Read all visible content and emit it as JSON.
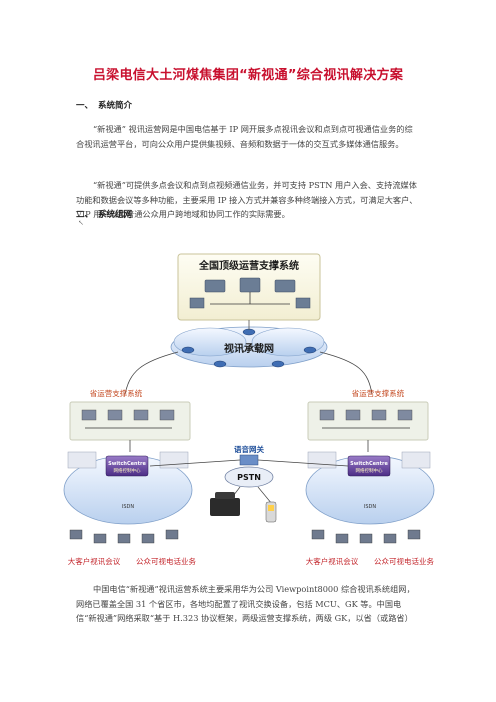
{
  "title": "吕梁电信大土河煤焦集团“新视通”综合视讯解决方案",
  "section1": {
    "num": "一、",
    "heading": "系统简介"
  },
  "para1": "“新视通” 视讯运营网是中国电信基于 IP 网开展多点视讯会议和点到点可视通信业务的综合视讯运营平台，可向公众用户提供集视频、音频和数据于一体的交互式多媒体通信服务。",
  "para2": "“新视通”可提供多点会议和点到点视频通信业务，并可支持 PSTN 用户入会、支持流媒体功能和数据会议等多种功能，主要采用 IP 接入方式并兼容多种终端接入方式，可满足大客户、VIP 用户以及普通公众用户跨地域和协同工作的实际需要。",
  "section2": {
    "num": "二、",
    "heading": "系统组网"
  },
  "anchor_glyph": "↖",
  "diagram": {
    "top_system": "全国顶级运营支撑系统",
    "backbone": "视讯承载网",
    "left_province": "省运营支撑系统",
    "right_province": "省运营支撑系统",
    "switch_left": "SwitchCentre",
    "switch_left_sub": "网络控制中心",
    "switch_right": "SwitchCentre",
    "switch_right_sub": "网络控制中心",
    "gateway": "语音网关",
    "pstn": "PSTN",
    "isdn_left": "ISDN",
    "isdn_right": "ISDN",
    "bottom_labels": [
      "大客户视讯会议",
      "公众可视电话业务",
      "大客户视讯会议",
      "公众可视电话业务"
    ]
  },
  "para3": "中国电信“新视通”视讯运营系统主要采用华为公司 Viewpoint8000 综合视讯系统组网，网络已覆盖全国 31 个省区市，各地均配置了视讯交换设备，包括 MCU、GK 等。中国电信“新视通”网络采取“基于 H.323 协议框架，两级运营支撑系统，两级 GK，以省（或路省）"
}
